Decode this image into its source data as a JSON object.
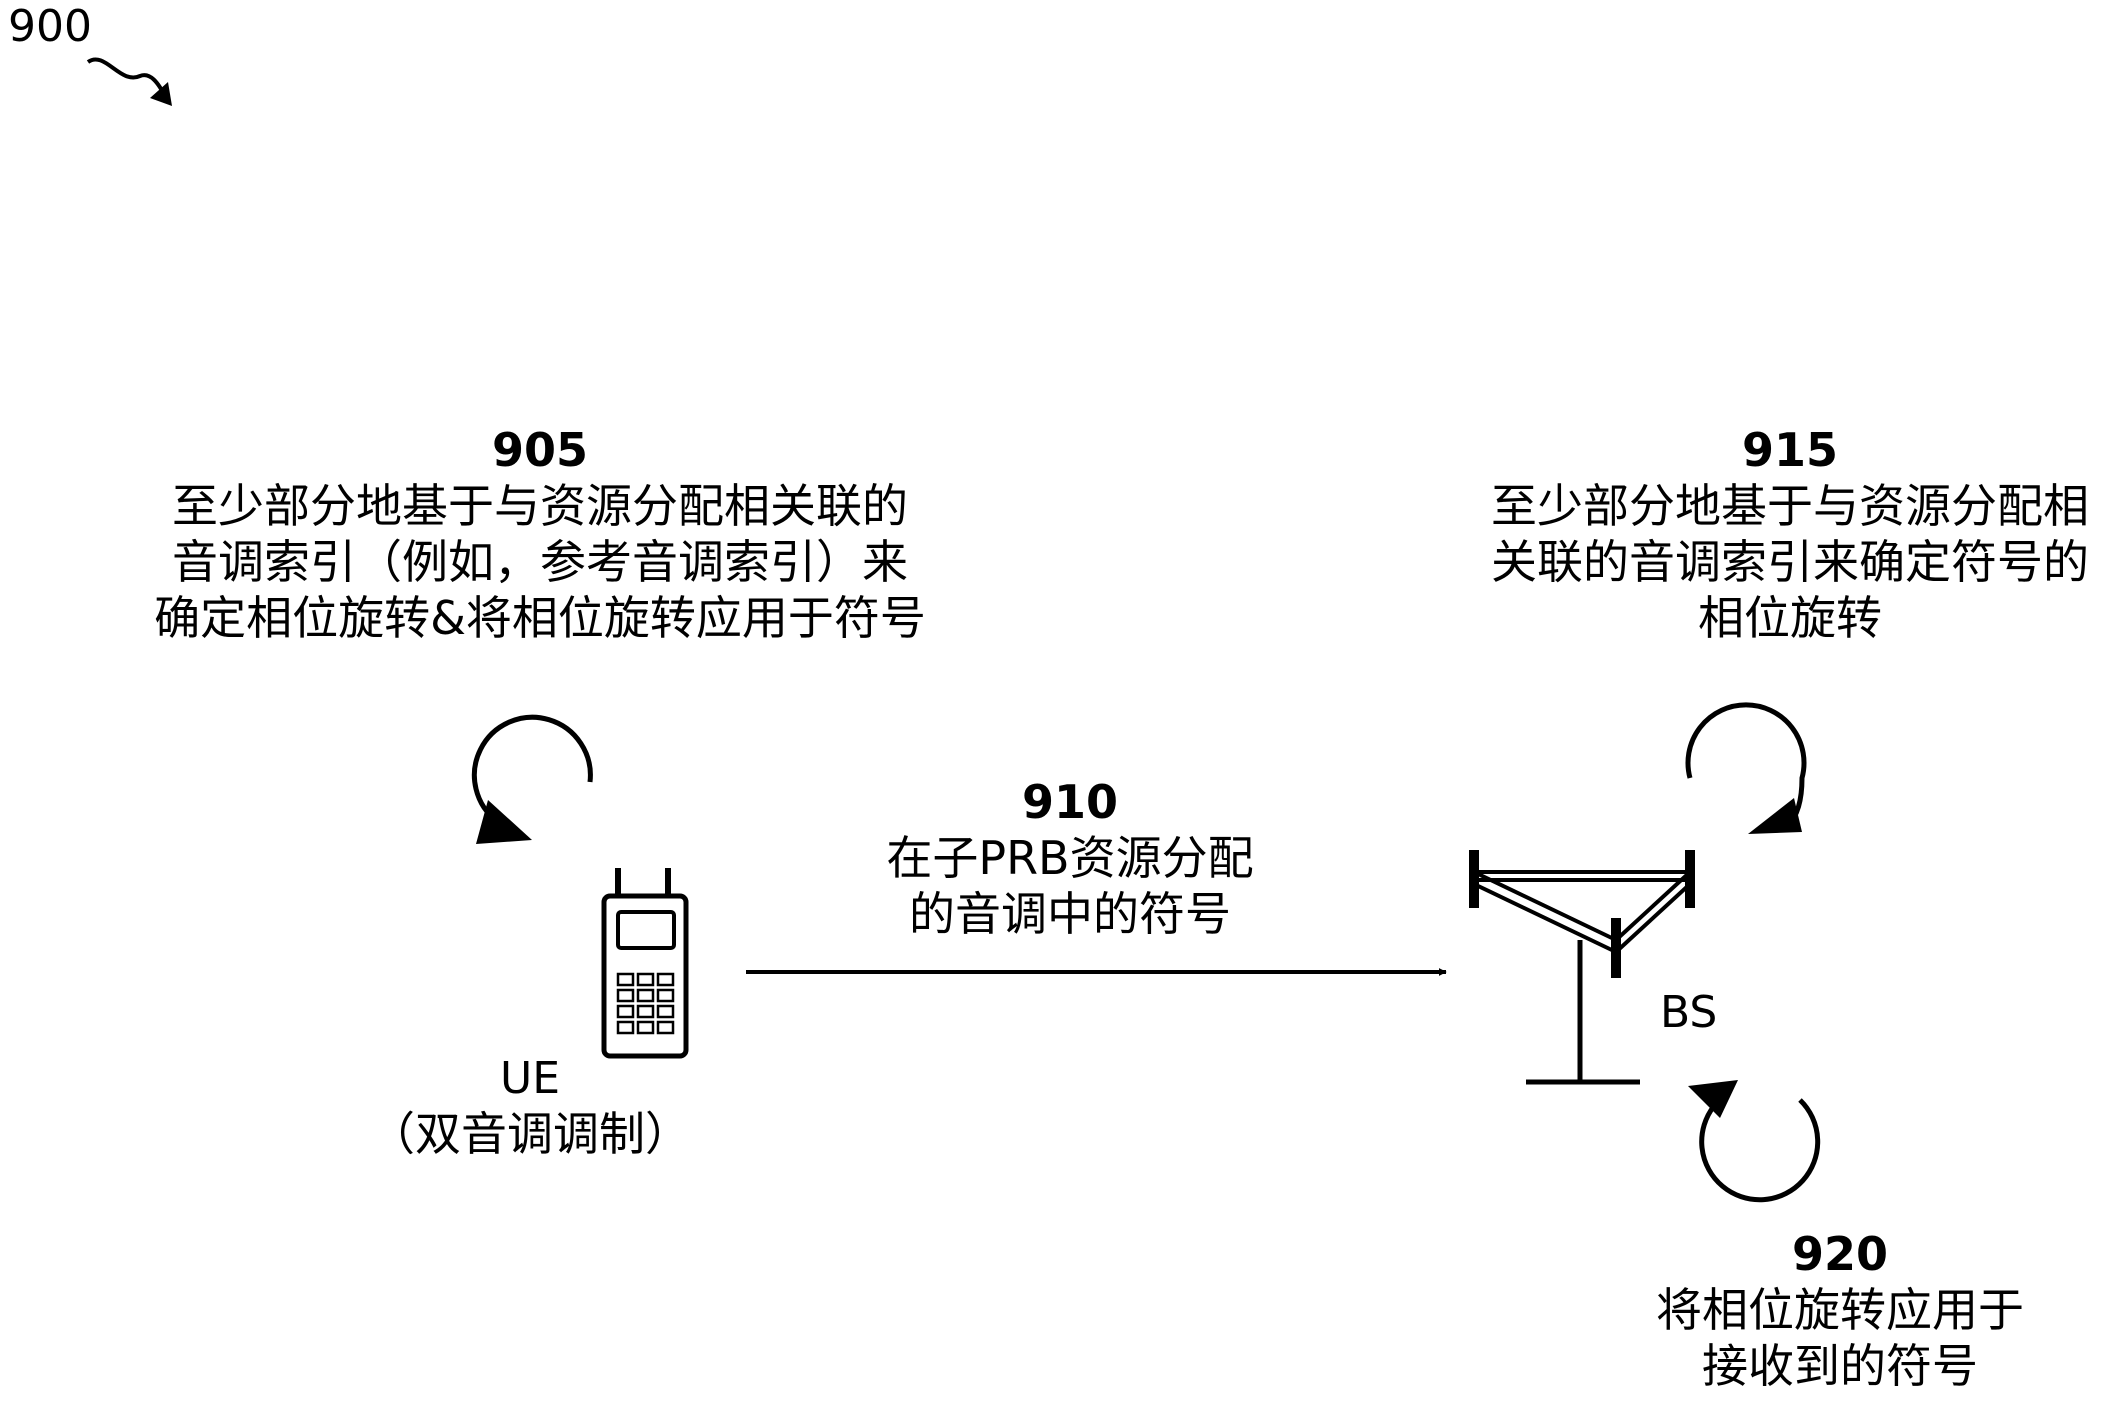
{
  "figure": {
    "number": "900"
  },
  "step_905": {
    "ref": "905",
    "lines": [
      "至少部分地基于与资源分配相关联的",
      "音调索引（例如，参考音调索引）来",
      "确定相位旋转&将相位旋转应用于符号"
    ]
  },
  "step_910": {
    "ref": "910",
    "lines": [
      "在子PRB资源分配",
      "的音调中的符号"
    ]
  },
  "step_915": {
    "ref": "915",
    "lines": [
      "至少部分地基于与资源分配相",
      "关联的音调索引来确定符号的",
      "相位旋转"
    ]
  },
  "step_920": {
    "ref": "920",
    "lines": [
      "将相位旋转应用于",
      "接收到的符号"
    ]
  },
  "ue": {
    "label": "UE",
    "sublabel": "（双音调调制）"
  },
  "bs": {
    "label": "BS"
  }
}
